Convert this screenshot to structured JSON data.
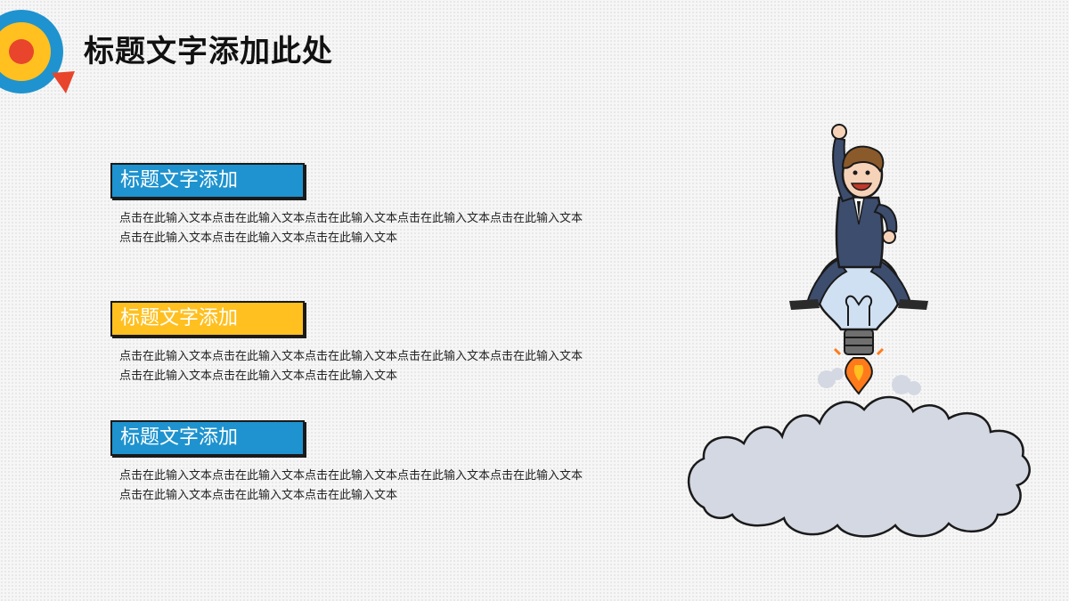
{
  "page": {
    "title": "标题文字添加此处"
  },
  "sections": [
    {
      "heading": "标题文字添加",
      "color": "#1e93cf",
      "text": "点击在此输入文本点击在此输入文本点击在此输入文本点击在此输入文本点击在此输入文本点击在此输入文本点击在此输入文本点击在此输入文本"
    },
    {
      "heading": "标题文字添加",
      "color": "#ffc020",
      "text": "点击在此输入文本点击在此输入文本点击在此输入文本点击在此输入文本点击在此输入文本点击在此输入文本点击在此输入文本点击在此输入文本"
    },
    {
      "heading": "标题文字添加",
      "color": "#1e93cf",
      "text": "点击在此输入文本点击在此输入文本点击在此输入文本点击在此输入文本点击在此输入文本点击在此输入文本点击在此输入文本点击在此输入文本"
    }
  ],
  "decor": {
    "logo_icon": "target-arrow-icon",
    "illustration": "businessman-riding-lightbulb-rocket-icon",
    "colors": {
      "blue": "#1e93cf",
      "yellow": "#ffc020",
      "red": "#e8452c"
    }
  }
}
